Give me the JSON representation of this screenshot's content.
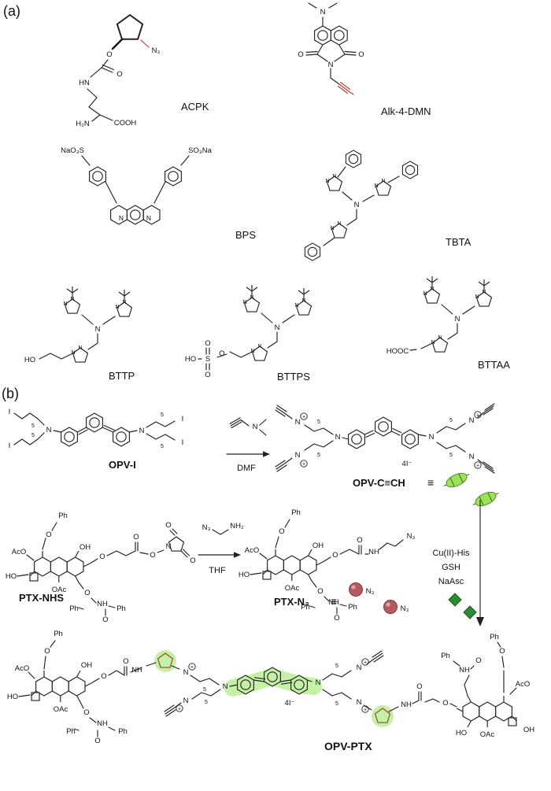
{
  "panel_a": {
    "label": "(a)",
    "names": {
      "acpk": "ACPK",
      "alk4dmn": "Alk-4-DMN",
      "bps": "BPS",
      "tbta": "TBTA",
      "bttp": "BTTP",
      "bttps": "BTTPS",
      "bttaa": "BTTAA"
    }
  },
  "panel_b": {
    "label": "(b)",
    "names": {
      "opv_i": "OPV-I",
      "opv_alkyne": "OPV-C≡CH",
      "ptx_nhs": "PTX-NHS",
      "ptx_n3": "PTX-N₃",
      "opv_ptx": "OPV-PTX"
    },
    "reagents": {
      "dmf": "DMF",
      "thf": "THF",
      "cu_his": "Cu(II)-His",
      "gsh": "GSH",
      "naasc": "NaAsc"
    },
    "equiv": "≡",
    "counterion": "4I⁻"
  },
  "atoms": {
    "O": "O",
    "N": "N",
    "S": "S",
    "HN": "HN",
    "NH": "NH",
    "N3": "N₃",
    "H2N": "H₂N",
    "NH2": "NH₂",
    "COOH": "COOH",
    "HOOC": "HOOC",
    "HO": "HO",
    "OH": "OH",
    "NaO3S": "NaO₃S",
    "SO3Na": "SO₃Na",
    "AcO": "AcO",
    "OAc": "OAc",
    "Ph": "Ph",
    "I": "I",
    "plus": "+",
    "sub5": "5"
  },
  "colors": {
    "azide_alkyne_red": "#c23b2e",
    "glow_green": "#8ce34d",
    "sphere_red": "#b25b60",
    "diamond_green": "#2f8a34",
    "bond_black": "#222222"
  }
}
